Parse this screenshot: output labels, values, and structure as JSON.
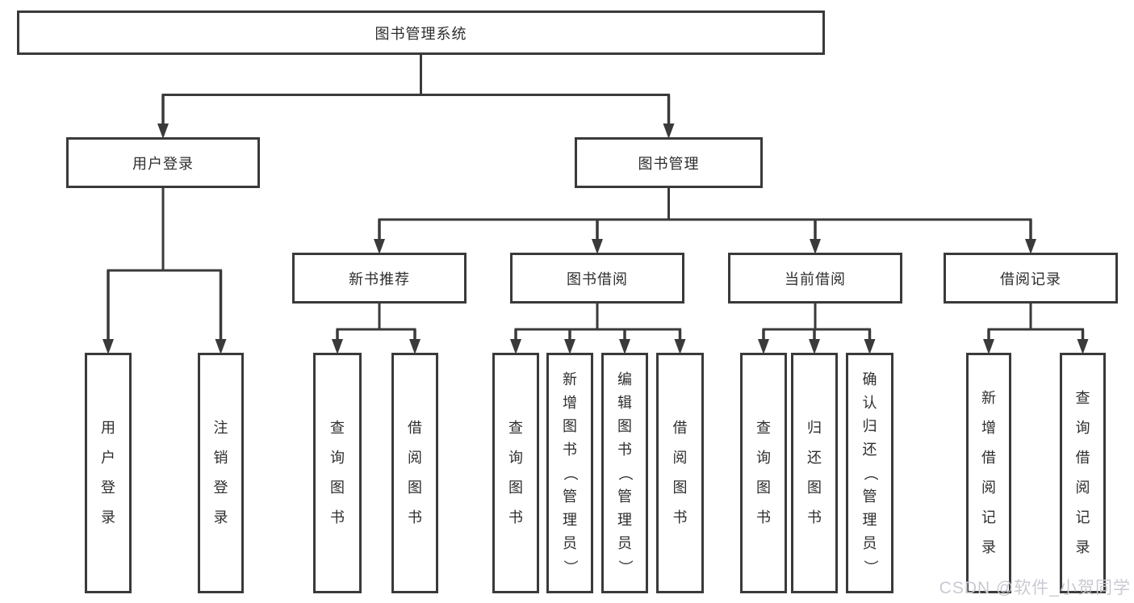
{
  "diagram": {
    "title": "图书管理系统",
    "root": {
      "label": "图书管理系统",
      "children": [
        {
          "label": "用户登录",
          "children": [
            {
              "label": "用户登录"
            },
            {
              "label": "注销登录"
            }
          ]
        },
        {
          "label": "图书管理",
          "children": [
            {
              "label": "新书推荐",
              "children": [
                {
                  "label": "查询图书"
                },
                {
                  "label": "借阅图书"
                }
              ]
            },
            {
              "label": "图书借阅",
              "children": [
                {
                  "label": "查询图书"
                },
                {
                  "label": "新增图书（管理员）"
                },
                {
                  "label": "编辑图书（管理员）"
                },
                {
                  "label": "借阅图书"
                }
              ]
            },
            {
              "label": "当前借阅",
              "children": [
                {
                  "label": "查询图书"
                },
                {
                  "label": "归还图书"
                },
                {
                  "label": "确认归还（管理员）"
                }
              ]
            },
            {
              "label": "借阅记录",
              "children": [
                {
                  "label": "新增借阅记录"
                },
                {
                  "label": "查询借阅记录"
                }
              ]
            }
          ]
        }
      ]
    },
    "watermark": "CSDN @软件_小贺同学",
    "colors": {
      "line": "#3a3a3a",
      "text": "#2e2e2e",
      "background": "#ffffff",
      "watermark": "#c9cad2"
    }
  }
}
